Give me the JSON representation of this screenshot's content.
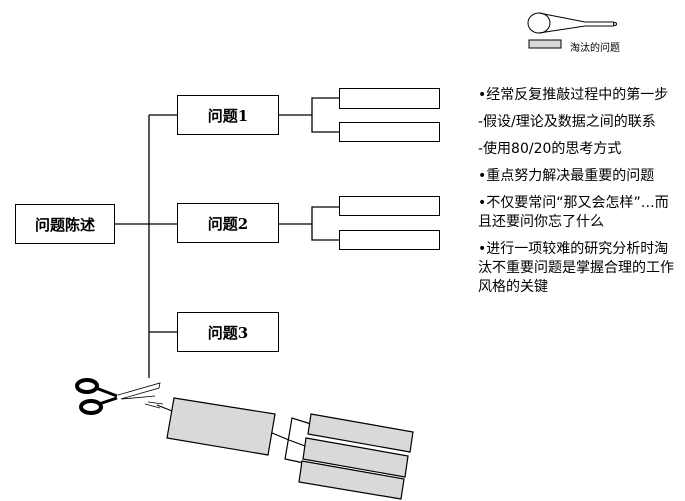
{
  "diagram": {
    "root": {
      "label": "问题陈述"
    },
    "branches": [
      {
        "label": "问题1",
        "children": [
          "",
          ""
        ]
      },
      {
        "label": "问题2",
        "children": [
          "",
          ""
        ]
      },
      {
        "label": "问题3",
        "children": []
      }
    ],
    "legend": {
      "icon": "magnifier-cone-icon",
      "swatch_label": "淘汰的问题",
      "swatch_color": "#d9d9d9"
    },
    "cut_illustration": {
      "icon": "scissors-icon",
      "fill_color": "#d9d9d9"
    }
  },
  "notes": [
    "•经常反复推敲过程中的第一步",
    " -假设/理论及数据之间的联系",
    " -使用80/20的思考方式",
    "•重点努力解决最重要的问题",
    "•不仅要常问“那又会怎样”…而且还要问你忘了什么",
    "•进行一项较难的研究分析时淘汰不重要问题是掌握合理的工作风格的关键"
  ]
}
